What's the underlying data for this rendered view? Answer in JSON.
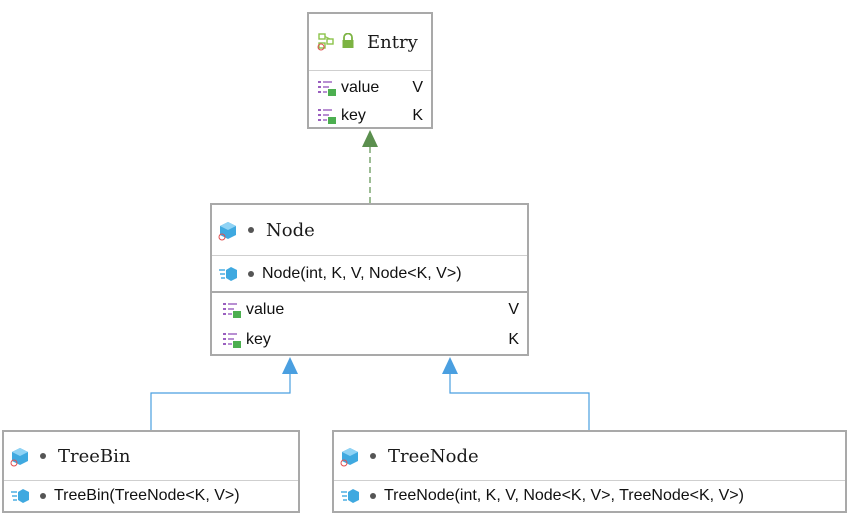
{
  "entry": {
    "name": "Entry",
    "fields": [
      {
        "name": "value",
        "type": "V"
      },
      {
        "name": "key",
        "type": "K"
      }
    ]
  },
  "node": {
    "name": "Node",
    "constructor": "Node(int, K, V, Node<K, V>)",
    "fields": [
      {
        "name": "value",
        "type": "V"
      },
      {
        "name": "key",
        "type": "K"
      }
    ]
  },
  "treebin": {
    "name": "TreeBin",
    "constructor": "TreeBin(TreeNode<K, V>)"
  },
  "treenode": {
    "name": "TreeNode",
    "constructor": "TreeNode(int, K, V, Node<K, V>, TreeNode<K, V>)"
  },
  "colors": {
    "border": "#a9a9a9",
    "implements_arrow": "#5b8f4e",
    "extends_arrow": "#4a9fe0",
    "class_icon": "#3fa9e0",
    "field_icon": "#9a5fbf"
  },
  "icons": {
    "interface": "interface-icon",
    "class": "class-icon",
    "lock": "lock-icon",
    "field": "field-icon",
    "constructor": "constructor-icon"
  }
}
